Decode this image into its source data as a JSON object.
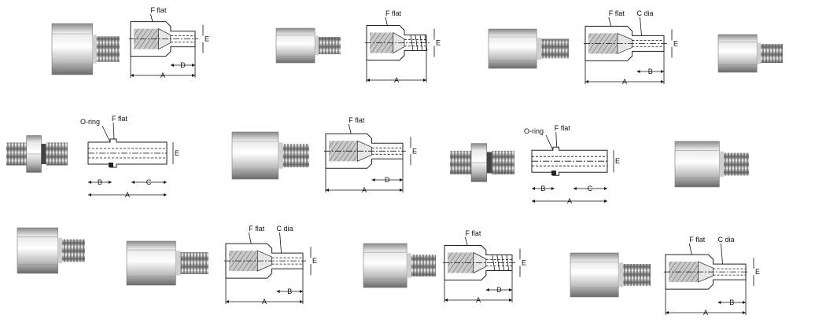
{
  "labels": {
    "f_flat": "F flat",
    "c_dia": "C dia",
    "o_ring": "O-ring",
    "dim_a": "A",
    "dim_b": "B",
    "dim_c": "C",
    "dim_d": "D",
    "dim_e": "E"
  },
  "colors": {
    "metal_light": "#f2f2f2",
    "metal_mid": "#b9b9b9",
    "metal_dark": "#6e6e6e",
    "thread_dark": "#555555",
    "bore_fill": "#9c9c9c"
  },
  "figures": [
    {
      "kind": "photo",
      "style": "female-male"
    },
    {
      "kind": "drawing",
      "style": "female-tube-AD",
      "callouts": [
        "f_flat",
        "dim_a",
        "dim_d",
        "dim_e"
      ]
    },
    {
      "kind": "photo",
      "style": "female-male"
    },
    {
      "kind": "drawing",
      "style": "female-male-AE",
      "callouts": [
        "f_flat",
        "dim_a",
        "dim_e"
      ]
    },
    {
      "kind": "photo",
      "style": "female-male"
    },
    {
      "kind": "drawing",
      "style": "female-tube-ABE",
      "callouts": [
        "f_flat",
        "c_dia",
        "dim_a",
        "dim_b",
        "dim_e"
      ]
    },
    {
      "kind": "photo",
      "style": "female-male"
    },
    {
      "kind": "photo",
      "style": "male-oring"
    },
    {
      "kind": "drawing",
      "style": "oring-ABCE",
      "callouts": [
        "o_ring",
        "f_flat",
        "dim_a",
        "dim_b",
        "dim_c",
        "dim_e"
      ]
    },
    {
      "kind": "photo",
      "style": "female-male"
    },
    {
      "kind": "drawing",
      "style": "female-tube-AD",
      "callouts": [
        "f_flat",
        "dim_a",
        "dim_d",
        "dim_e"
      ]
    },
    {
      "kind": "photo",
      "style": "male-oring"
    },
    {
      "kind": "drawing",
      "style": "oring-ABCE",
      "callouts": [
        "o_ring",
        "f_flat",
        "dim_a",
        "dim_b",
        "dim_c",
        "dim_e"
      ]
    },
    {
      "kind": "photo",
      "style": "female-male"
    },
    {
      "kind": "photo",
      "style": "female-male"
    },
    {
      "kind": "photo",
      "style": "female-male"
    },
    {
      "kind": "drawing",
      "style": "female-tube-ABE",
      "callouts": [
        "f_flat",
        "c_dia",
        "dim_a",
        "dim_b",
        "dim_e"
      ]
    },
    {
      "kind": "photo",
      "style": "female-male"
    },
    {
      "kind": "drawing",
      "style": "female-male-ADE",
      "callouts": [
        "f_flat",
        "dim_a",
        "dim_d",
        "dim_e"
      ]
    },
    {
      "kind": "photo",
      "style": "female-male"
    },
    {
      "kind": "drawing",
      "style": "female-tube-ABE",
      "callouts": [
        "f_flat",
        "c_dia",
        "dim_a",
        "dim_b",
        "dim_e"
      ]
    }
  ]
}
